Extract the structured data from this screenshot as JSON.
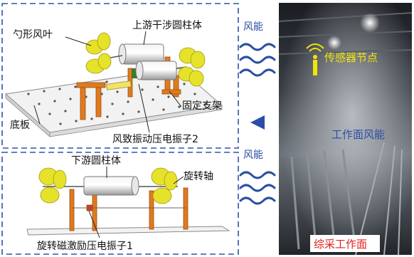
{
  "diagram": {
    "upper_panel": {
      "labels": {
        "upstream_cylinder": "上游干涉圆柱体",
        "spoon_blade": "勺形风叶",
        "base_plate": "底板",
        "fixed_bracket": "固定支架",
        "wind_piezo_vibrator": "风致振动压电振子2"
      }
    },
    "lower_panel": {
      "labels": {
        "downstream_cylinder": "下游圆柱体",
        "rotating_shaft": "旋转轴",
        "magnetic_piezo_vibrator": "旋转磁激励压电振子1"
      }
    },
    "wind_labels": {
      "upper": "风能",
      "lower": "风能"
    },
    "photo": {
      "sensor_node": "传感器节点",
      "face_wind": "工作面风能",
      "caption": "综采工作面"
    },
    "colors": {
      "dashed_border": "#2f55a8",
      "wind_wave": "#2a4ea6",
      "label_blue": "#2a4ea6",
      "label_yellow": "#f2e40a",
      "caption_red": "#e0201b",
      "blade_yellow": "#e6e22a",
      "bracket_orange": "#e07a1f",
      "plate_white": "#f2f2f2"
    }
  }
}
